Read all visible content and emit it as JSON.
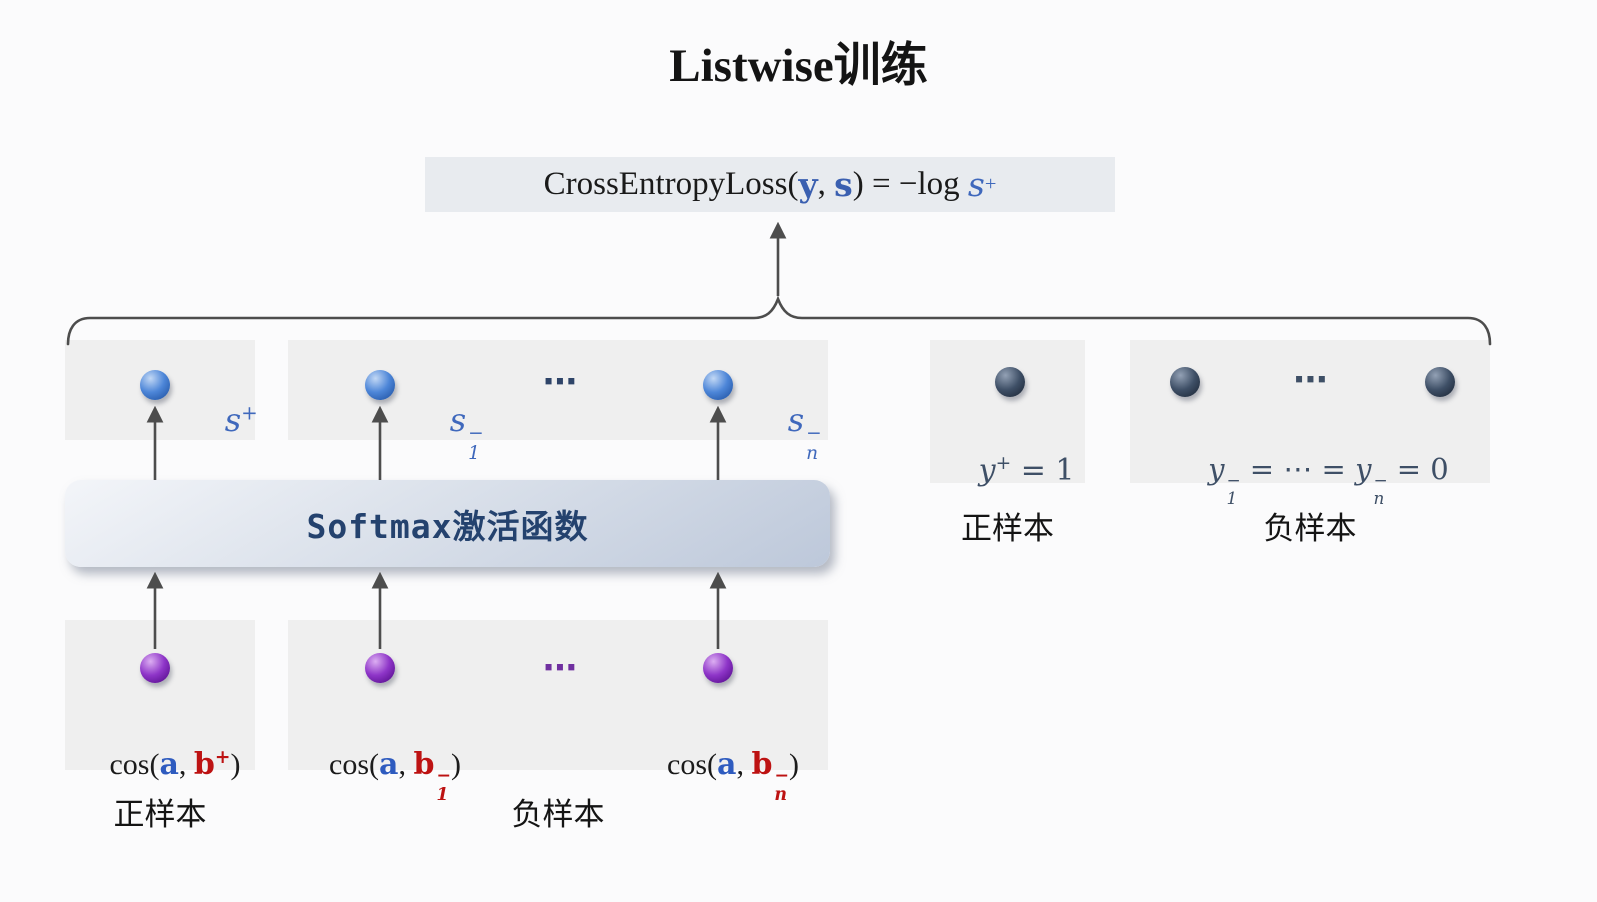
{
  "title": "Listwise训练",
  "formula": {
    "func": "CrossEntropyLoss(",
    "y": "y",
    "sep": ", ",
    "s": "s",
    "mid": ") = −log ",
    "s_base": "s",
    "s_sup": "+"
  },
  "score_row": {
    "pos": {
      "base": "s",
      "sup": "+"
    },
    "neg_first": {
      "base": "s",
      "sup": "−",
      "sub": "1"
    },
    "dots": "⋯",
    "neg_last": {
      "base": "s",
      "sup": "−",
      "sub": "n"
    }
  },
  "label_row": {
    "y_pos": {
      "base": "y",
      "sup": "+",
      "rest": " = 1"
    },
    "dots": "⋯",
    "y_neg": {
      "y1": "y",
      "sub1": "1",
      "sup1": "−",
      "mid": " = ⋯ = ",
      "yn": "y",
      "subn": "n",
      "supn": "−",
      "end": " = 0"
    },
    "pos_caption": "正样本",
    "neg_caption": "负样本"
  },
  "softmax": {
    "label": "Softmax激活函数"
  },
  "cos_row": {
    "pos": {
      "pre": "cos(",
      "a": "a",
      "sep": ", ",
      "b": "b",
      "sup": "+",
      "post": ")"
    },
    "neg_first": {
      "pre": "cos(",
      "a": "a",
      "sep": ", ",
      "b": "b",
      "sup": "−",
      "sub": "1",
      "post": ")"
    },
    "dots": "⋯",
    "neg_last": {
      "pre": "cos(",
      "a": "a",
      "sep": ", ",
      "b": "b",
      "sup": "−",
      "sub": "n",
      "post": ")"
    },
    "pos_caption": "正样本",
    "neg_caption": "负样本"
  },
  "colors": {
    "accent_blue": "#3f68bc",
    "accent_red": "#bd1212",
    "blue_sphere": "#4d86d8",
    "dark_sphere": "#3e4f66",
    "purple_sphere": "#8e35c8",
    "softmax_text": "#24426e",
    "box_bg": "#efefef",
    "formula_bg": "#e8ebef",
    "arrow": "#4d4d4d"
  }
}
